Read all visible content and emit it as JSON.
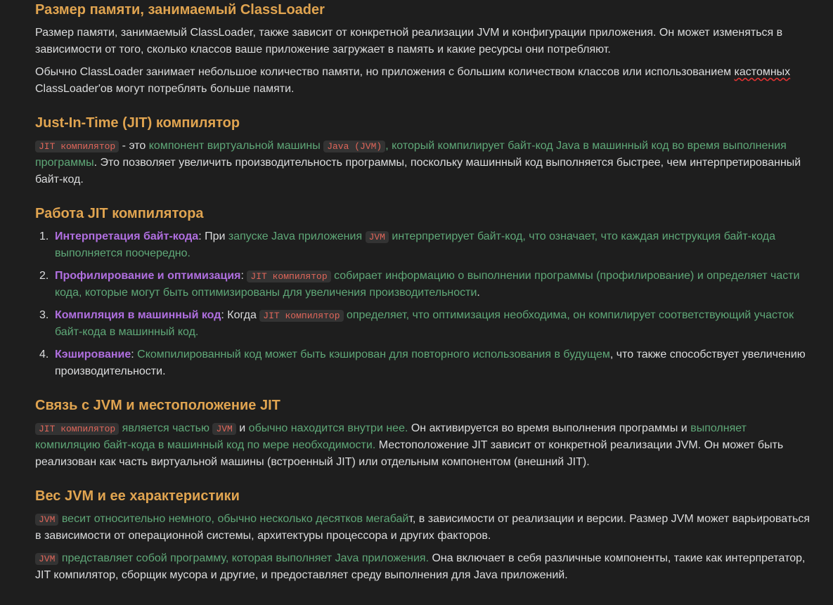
{
  "s1": {
    "heading": "Размер памяти, занимаемый ClassLoader",
    "p1": "Размер памяти, занимаемый ClassLoader, также зависит от конкретной реализации JVM и конфигурации приложения. Он может изменяться в зависимости от того, сколько классов ваше приложение загружает в память и какие ресурсы они потребляют.",
    "p2a": "Обычно ClassLoader занимает небольшое количество памяти, но приложения с большим количеством классов или использованием ",
    "p2b": "кастомных",
    "p2c": " ClassLoader'ов могут потреблять больше памяти."
  },
  "s2": {
    "heading": "Just-In-Time (JIT) компилятор",
    "code1": "JIT компилятор",
    "t1": " - это ",
    "g1": "компонент виртуальной машины ",
    "code2": "Java (JVM)",
    "g2": ", который компилирует байт-код Java в машинный код во время выполнения программы",
    "t2": ". Это позволяет увеличить производительность программы, поскольку машинный код выполняется быстрее, чем интерпретированный байт-код."
  },
  "s3": {
    "heading": "Работа JIT компилятора",
    "items": [
      {
        "num": "1.",
        "title": "Интерпретация байт-кода",
        "t1": ": При ",
        "g1": "запуске Java приложения ",
        "code": "JVM",
        "g2": " интерпретирует байт-код, что означает, что каждая инструкция байт-кода выполняется поочередно.",
        "t2": ""
      },
      {
        "num": "2.",
        "title": "Профилирование и оптимизация",
        "t1": ": ",
        "g1": "",
        "code": "JIT компилятор",
        "g2": " собирает информацию о выполнении программы (профилирование) и определяет части кода, которые могут быть оптимизированы для увеличения производительности",
        "t2": "."
      },
      {
        "num": "3.",
        "title": "Компиляция в машинный код",
        "t1": ": Когда ",
        "g1": "",
        "code": "JIT компилятор",
        "g2": " определяет, что оптимизация необходима, он компилирует соответствующий участок байт-кода в машинный код.",
        "t2": ""
      },
      {
        "num": "4.",
        "title": "Кэширование",
        "t1": ": ",
        "g1": "Скомпилированный код может быть кэширован для повторного использования в будущем",
        "code": "",
        "g2": "",
        "t2": ", что также способствует увеличению производительности."
      }
    ]
  },
  "s4": {
    "heading": "Связь с JVM и местоположение JIT",
    "code1": "JIT компилятор",
    "g1": " является частью ",
    "code2": "JVM",
    "t1": " и ",
    "g2": "обычно находится внутри нее.",
    "t2": " Он активируется во время выполнения программы и ",
    "g3": "выполняет компиляцию байт-кода в машинный код по мере необходимости.",
    "t3": " Местоположение JIT зависит от конкретной реализации JVM. Он может быть реализован как часть виртуальной машины (встроенный JIT) или отдельным компонентом (внешний JIT)."
  },
  "s5": {
    "heading": "Вес JVM и ее характеристики",
    "p1code": "JVM",
    "p1g": " весит относительно немного, обычно несколько десятков мегабай",
    "p1t": "т, в зависимости от реализации и версии. Размер JVM может варьироваться в зависимости от операционной системы, архитектуры процессора и других факторов.",
    "p2code": "JVM",
    "p2g": " представляет собой программу, которая выполняет Java приложения.",
    "p2t": " Она включает в себя различные компоненты, такие как интерпретатор, JIT компилятор, сборщик мусора и другие, и предоставляет среду выполнения для Java приложений."
  }
}
